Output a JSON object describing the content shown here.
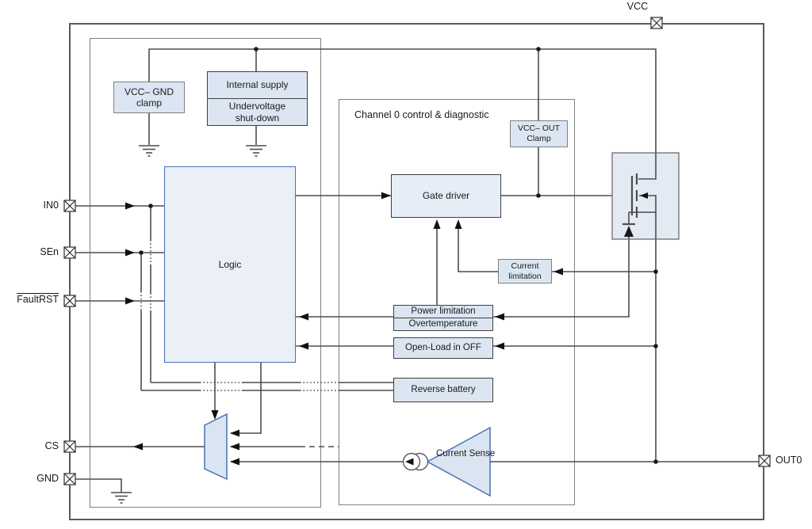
{
  "diagram": {
    "pins": {
      "vcc": "VCC",
      "in0": "IN0",
      "sen": "SEn",
      "faultrst": "FaultRST",
      "cs": "CS",
      "gnd": "GND",
      "out0": "OUT0"
    },
    "blocks": {
      "vcc_gnd_clamp": {
        "line1": "VCC– GND",
        "line2": "clamp"
      },
      "internal_supply": {
        "top": "Internal supply",
        "bottom_line1": "Undervoltage",
        "bottom_line2": "shut-down"
      },
      "channel_header": {
        "line1": "Channel 0",
        "line2": "control & diagnostic"
      },
      "vcc_out_clamp": {
        "line1": "VCC– OUT",
        "line2": "Clamp"
      },
      "gate_driver": "Gate driver",
      "logic": "Logic",
      "current_limitation": {
        "line1": "Current",
        "line2": "limitation"
      },
      "power_limitation": {
        "top": "Power limitation",
        "bottom": "Overtemperature"
      },
      "open_load": "Open-Load in OFF",
      "reverse_battery": "Reverse battery",
      "current_sense": {
        "line1": "Current",
        "line2": "Sense"
      }
    },
    "colors": {
      "wire": "#4d4d4d",
      "arrow": "#111111",
      "box_fill": "#dce6f2",
      "light_fill": "#eaeff8",
      "blue_border": "#4a6fb5",
      "gray_border": "#7f7f7f",
      "dark_border": "#3f3f3f",
      "outer_border": "#5a5a5a"
    }
  }
}
